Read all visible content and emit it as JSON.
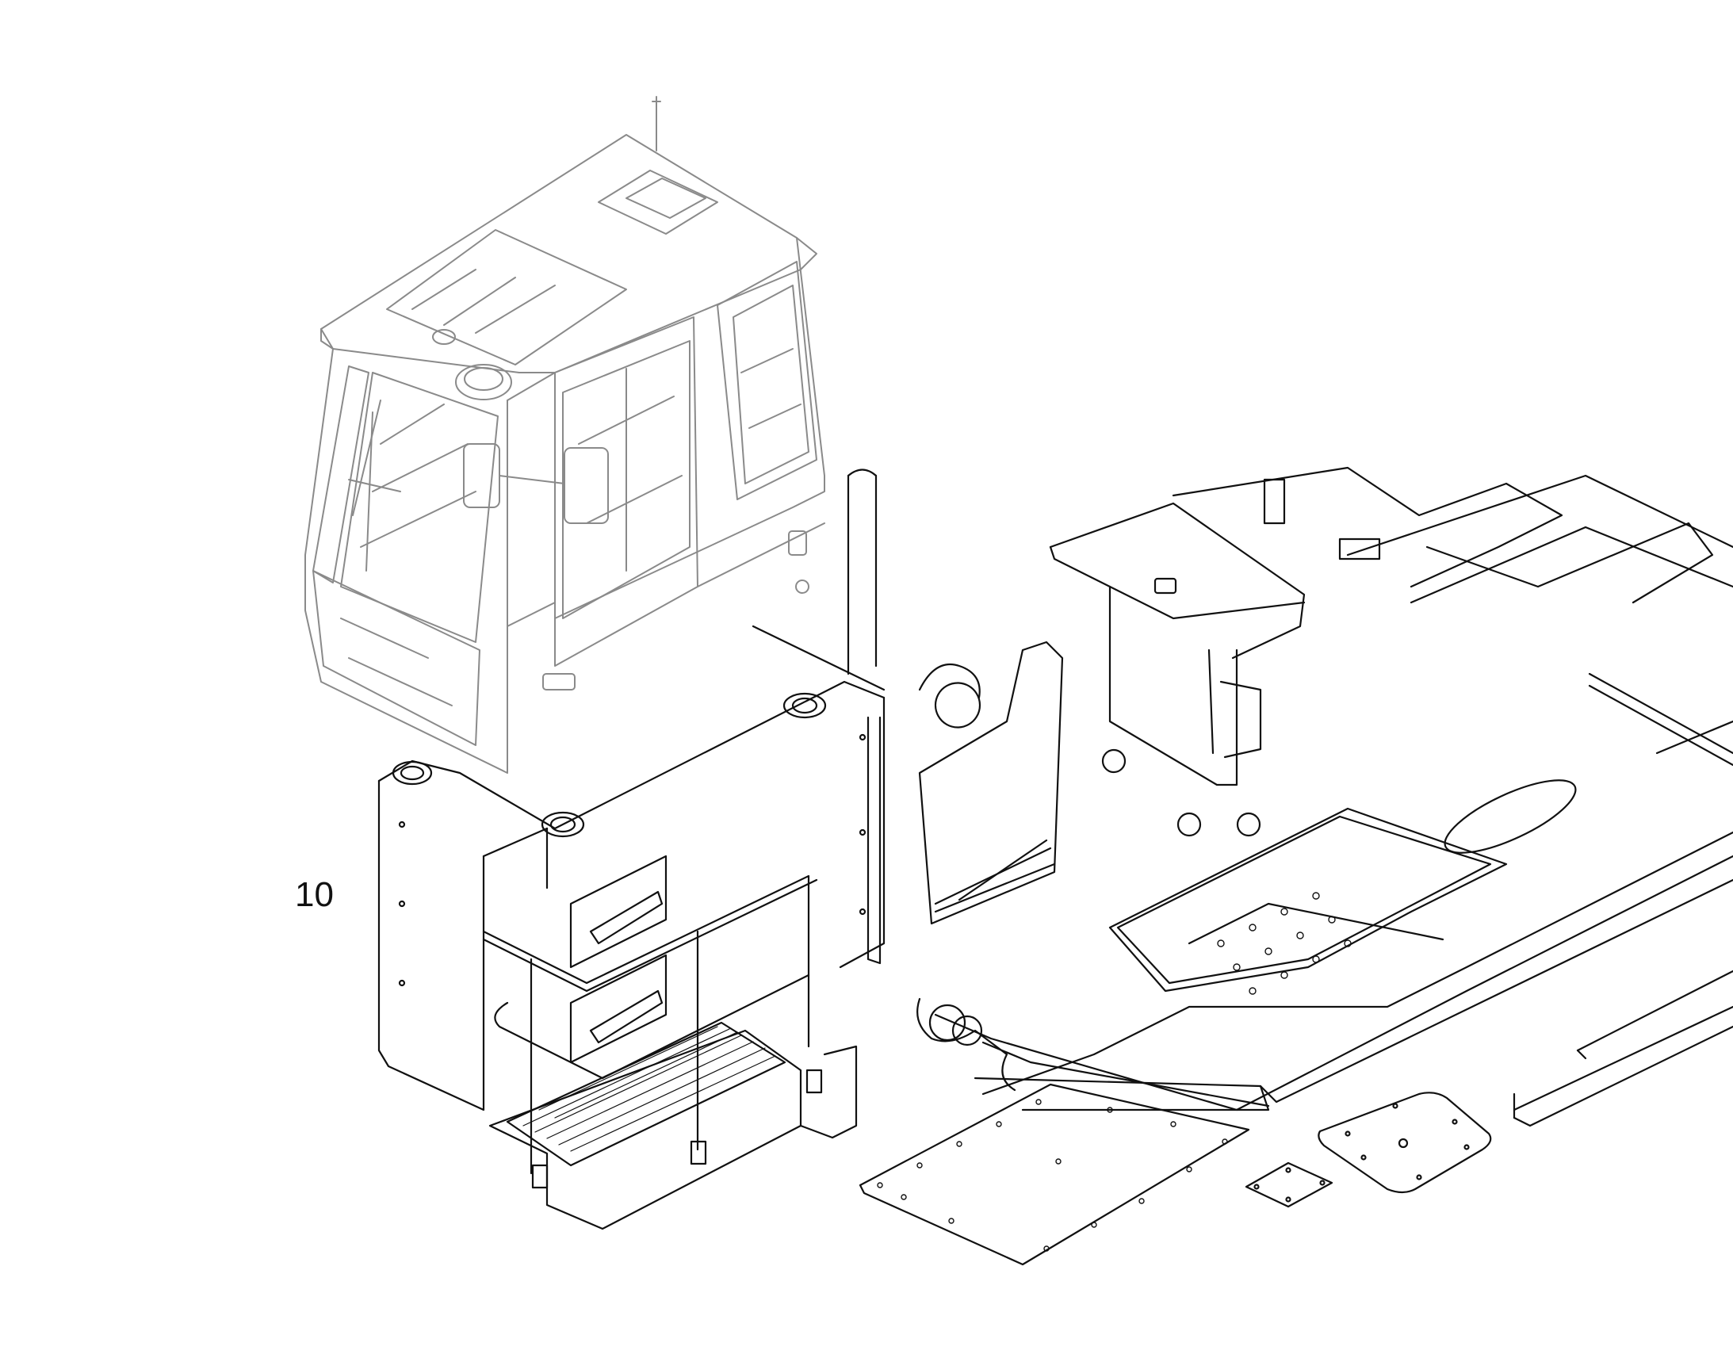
{
  "callouts": [
    {
      "id": "10",
      "label": "10"
    }
  ],
  "colors": {
    "background": "#ffffff",
    "line": "#111111",
    "ghost_line": "#8a8a8a"
  },
  "parts": [
    "cab",
    "cab-base-housing",
    "access-platform",
    "upper-frame",
    "counterweight-frame",
    "bottom-cover-plate-large",
    "bottom-cover-plate-round",
    "bottom-cover-plate-small",
    "side-rail-cover"
  ]
}
